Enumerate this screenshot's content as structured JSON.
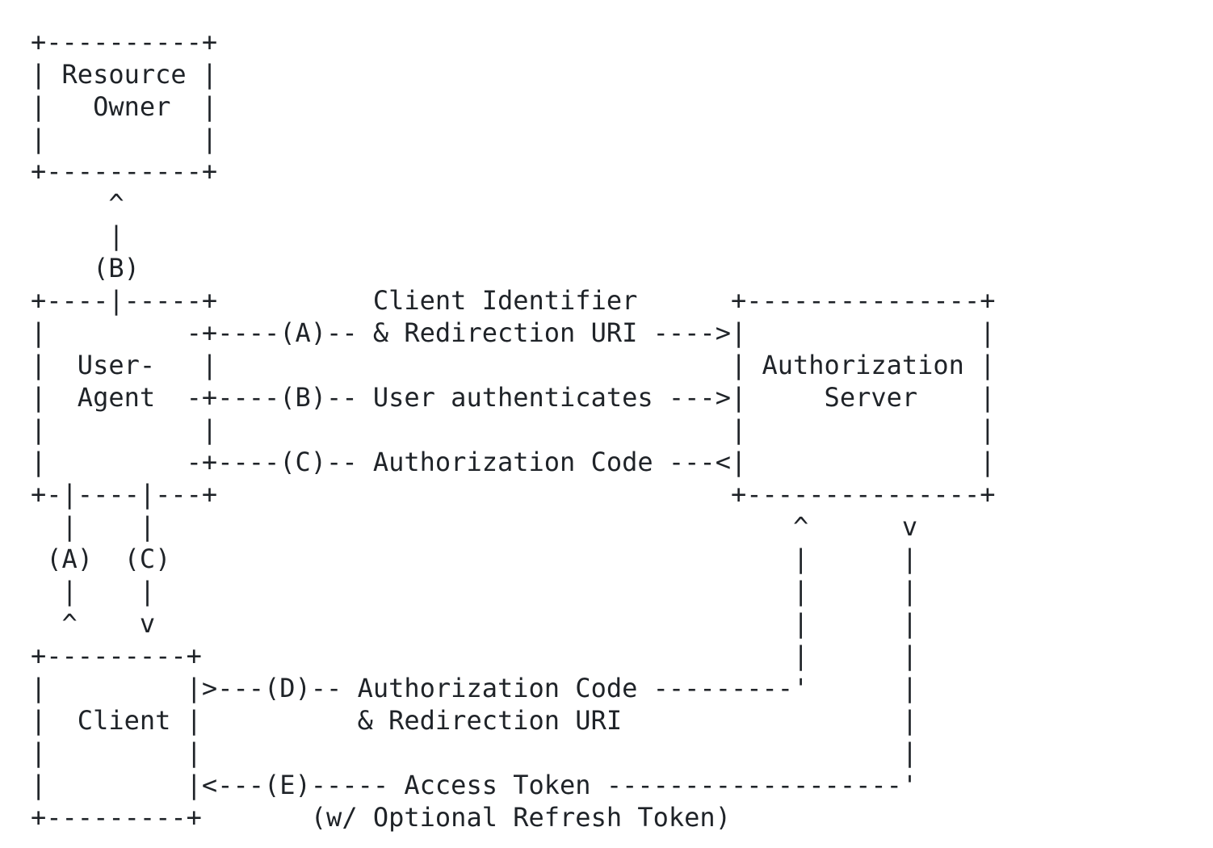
{
  "diagram": {
    "lines": [
      "+----------+",
      "| Resource |",
      "|   Owner  |",
      "|          |",
      "+----------+",
      "     ^",
      "     |",
      "    (B)",
      "+----|-----+          Client Identifier      +---------------+",
      "|         -+----(A)-- & Redirection URI ---->|               |",
      "|  User-   |                                 | Authorization |",
      "|  Agent  -+----(B)-- User authenticates --->|     Server    |",
      "|          |                                 |               |",
      "|         -+----(C)-- Authorization Code ---<|               |",
      "+-|----|---+                                 +---------------+",
      "  |    |                                         ^      v",
      " (A)  (C)                                        |      |",
      "  |    |                                         |      |",
      "  ^    v                                         |      |",
      "+---------+                                      |      |",
      "|         |>---(D)-- Authorization Code ---------'      |",
      "|  Client |          & Redirection URI                  |",
      "|         |                                             |",
      "|         |<---(E)----- Access Token -------------------'",
      "+---------+       (w/ Optional Refresh Token)"
    ]
  }
}
